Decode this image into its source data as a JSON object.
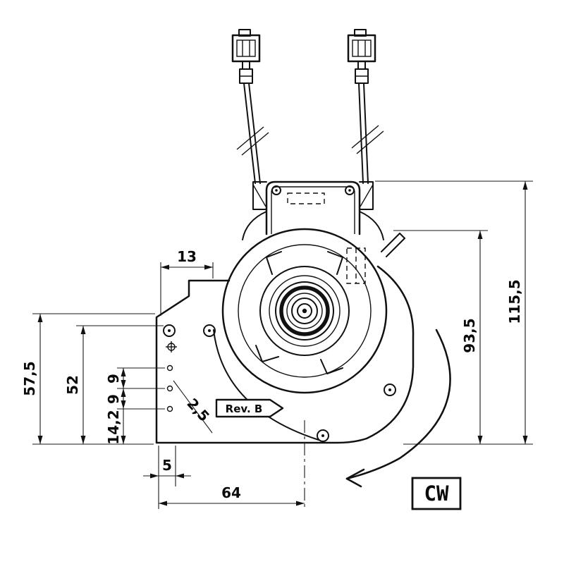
{
  "drawing": {
    "dims": {
      "top_width": "13",
      "left_overall": "57,5",
      "left_inner": "52",
      "pitch_a": "9",
      "pitch_b": "9",
      "pitch_c": "14,2",
      "hole_dia": "2,5",
      "edge_offset": "5",
      "bottom_width": "64",
      "right_inner": "93,5",
      "right_overall": "115,5"
    },
    "labels": {
      "revision": "Rev. B",
      "rotation": "CW"
    },
    "colors": {
      "line": "#111111",
      "background": "#ffffff"
    }
  }
}
